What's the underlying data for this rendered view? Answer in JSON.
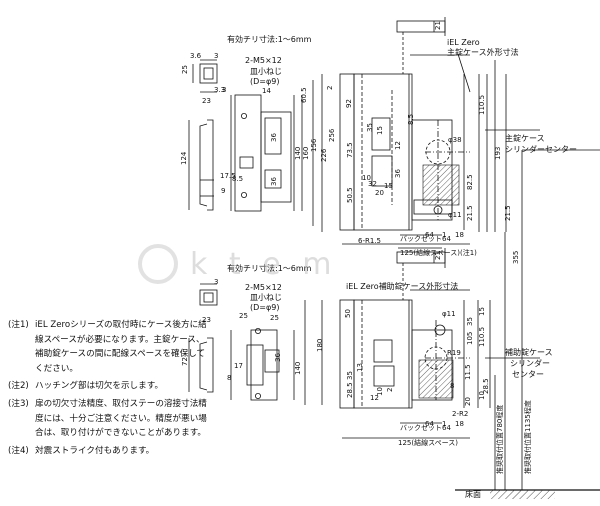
{
  "top": {
    "effective_thickness": "有効チリ寸法:1〜6mm",
    "screw": "2-M5×12",
    "screw_type": "皿小ねじ",
    "screw_dia": "(D=φ9)",
    "case_title_1": "iEL Zero",
    "case_title_2": "主錠ケース外形寸法",
    "main_case_1": "主錠ケース",
    "main_case_2": "シリンダーセンター",
    "backset": "バックセット64",
    "clearance": "125(結線スペース)(注1)",
    "r_label": "6-R1.5",
    "d38": "φ38",
    "d11": "φ11",
    "dims": [
      "3.6",
      "3",
      "25",
      "23",
      "3.3",
      "3",
      "14",
      "124",
      "60.5",
      "156",
      "140",
      "160",
      "17.5",
      "9",
      "36",
      "36",
      "8.5",
      "226",
      "256",
      "2",
      "92",
      "73.5",
      "50.5",
      "35",
      "15",
      "10",
      "15",
      "20",
      "32",
      "8.5",
      "12",
      "36",
      "82.5",
      "21.5",
      "110.5",
      "193",
      "21.5",
      "21",
      "64",
      "1",
      "18"
    ]
  },
  "bottom": {
    "effective_thickness": "有効チリ寸法:1〜6mm",
    "screw": "2-M5×12",
    "screw_type": "皿小ねじ",
    "screw_dia": "(D=φ9)",
    "case_title": "iEL Zero補助錠ケース外形寸法",
    "aux_case_1": "補助錠ケース",
    "aux_case_2": "シリンダー",
    "aux_case_3": "センター",
    "backset": "バックセット64",
    "clearance": "125(結線スペース)",
    "r_label_1": "2-R2",
    "r_label_2": "R19",
    "d11": "φ11",
    "floor": "床面",
    "height_1": "推奨取付位置780程度",
    "height_2": "推奨取付位置1135程度",
    "dims": [
      "3",
      "25",
      "23",
      "72",
      "25",
      "17",
      "8",
      "180",
      "140",
      "36",
      "35",
      "28.5",
      "50",
      "13",
      "12",
      "10",
      "2",
      "105",
      "35",
      "8",
      "110.5",
      "15",
      "11.5",
      "10",
      "20",
      "28.5",
      "355",
      "21",
      "64",
      "1",
      "18"
    ]
  },
  "notes": [
    {
      "no": "(注1)",
      "text": "iEL Zeroシリーズの取付時にケース後方に結線スペースが必要になります。主錠ケース、補助錠ケースの間に配線スペースを確保してください。"
    },
    {
      "no": "(注2)",
      "text": "ハッチング部は切欠を示します。"
    },
    {
      "no": "(注3)",
      "text": "扉の切欠寸法精度、取付ステーの溶接寸法精度には、十分ご注意ください。精度が悪い場合は、取り付けができないことがあります。"
    },
    {
      "no": "(注4)",
      "text": "対震ストライク付もあります。"
    }
  ],
  "watermark": "k  t  e  m"
}
